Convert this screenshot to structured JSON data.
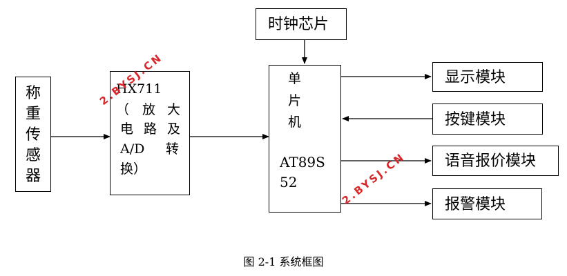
{
  "blocks": {
    "sensor": [
      "称",
      "重",
      "传",
      "感",
      "器"
    ],
    "amp": {
      "line1": "HX711",
      "line2": [
        "（",
        "放",
        "大"
      ],
      "line3": [
        "电",
        "路",
        "及"
      ],
      "line4": [
        "A/D",
        "转"
      ],
      "line5": "换）"
    },
    "mcu": {
      "line1": "单",
      "line2": "片",
      "line3": "机",
      "model1": "AT89S",
      "model2": "52"
    },
    "clock": "时钟芯片",
    "display": "显示模块",
    "keys": "按键模块",
    "voice": "语音报价模块",
    "alarm": "报警模块"
  },
  "watermark": "2.BYSJ.CN",
  "caption": "图 2-1 系统框图"
}
